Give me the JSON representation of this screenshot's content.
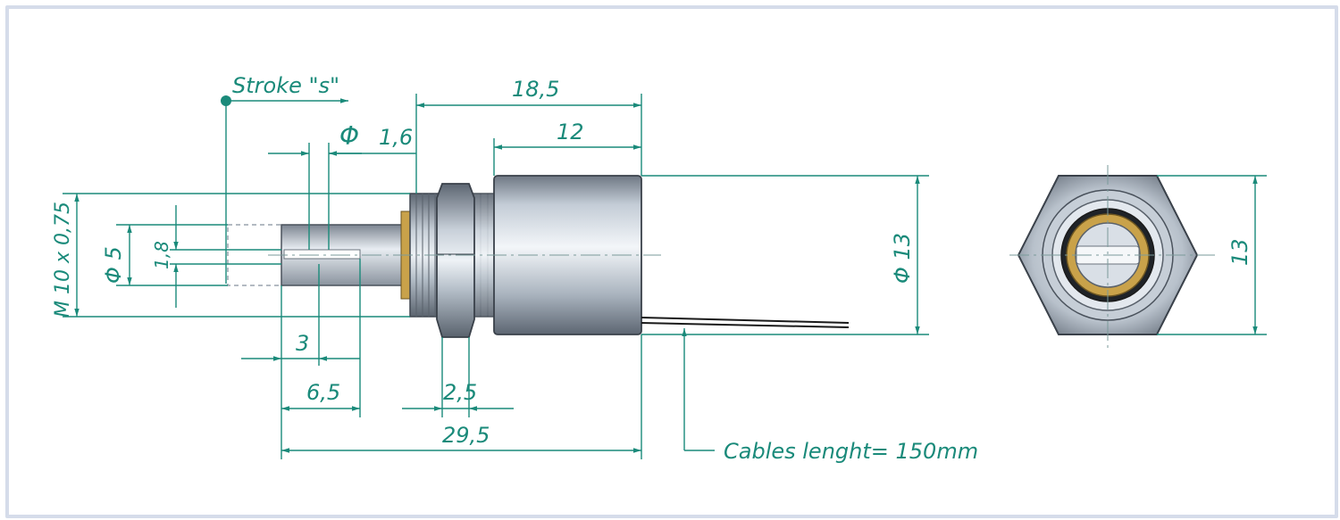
{
  "colors": {
    "dimension": "#1a8a7a",
    "frame": "#d5dcea",
    "metal_light": "#e9eef3",
    "metal_dark": "#7e8894",
    "brass": "#c9a24a",
    "cable": "#1a1a1a"
  },
  "labels": {
    "stroke": "Stroke \"s\"",
    "phi_1_6": "1,6",
    "phi_sym": "Φ",
    "dim_18_5": "18,5",
    "dim_12": "12",
    "thread": "M 10 x 0,75",
    "phi_5": "Φ 5",
    "dim_1_8": "1,8",
    "phi_13": "Φ 13",
    "dim_3": "3",
    "dim_6_5": "6,5",
    "dim_2_5": "2,5",
    "dim_29_5": "29,5",
    "cables": "Cables lenght= 150mm",
    "side_13": "13"
  }
}
